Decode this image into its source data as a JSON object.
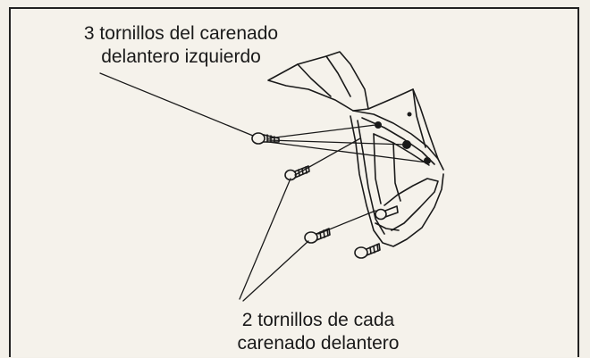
{
  "labels": {
    "top_line1": "3 tornillos del carenado",
    "top_line2": "delantero izquierdo",
    "bottom_line1": "2 tornillos de cada",
    "bottom_line2": "carenado delantero"
  },
  "colors": {
    "background": "#f5f2eb",
    "ink": "#1a1a1a"
  }
}
